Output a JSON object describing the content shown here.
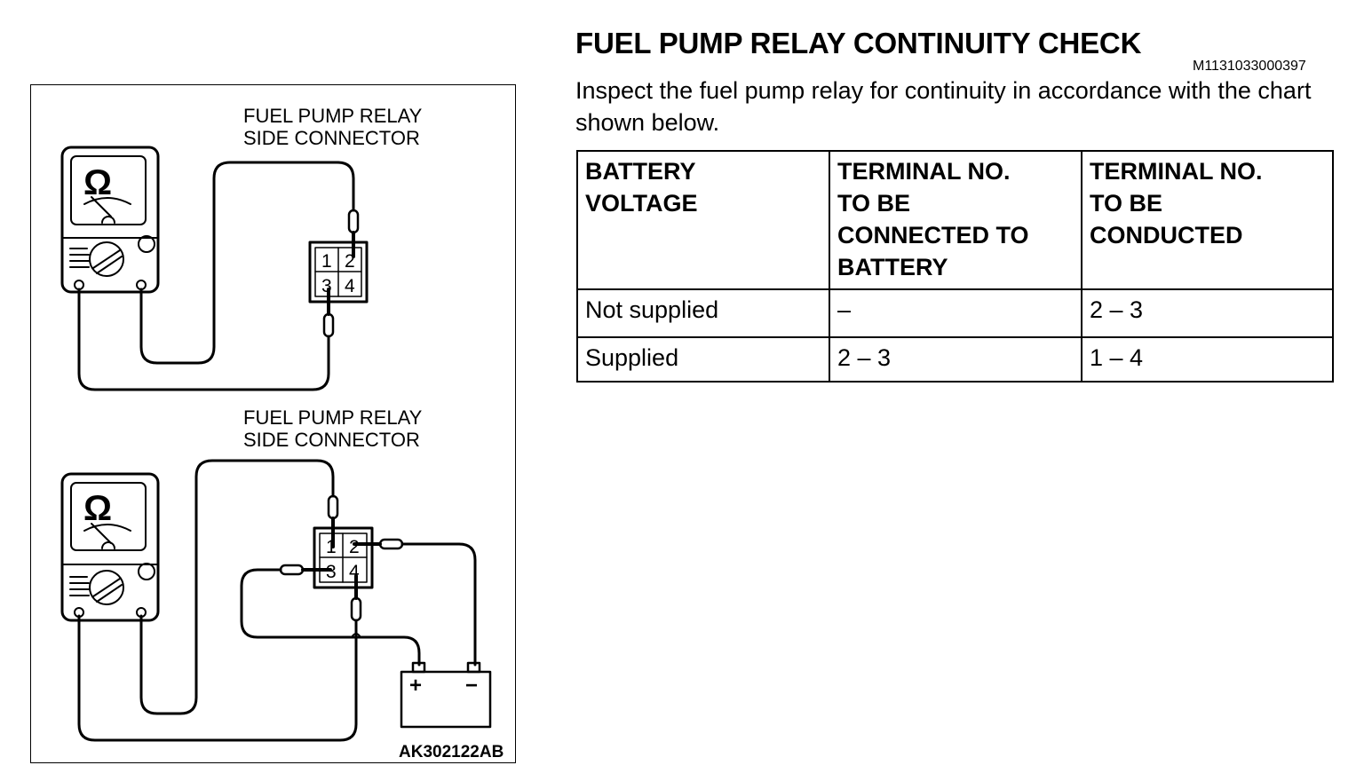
{
  "header": {
    "title": "FUEL PUMP RELAY CONTINUITY CHECK",
    "doc_id": "M1131033000397",
    "intro": "Inspect the fuel pump relay for continuity in accordance with the chart shown below."
  },
  "table": {
    "headers": [
      "BATTERY VOLTAGE",
      "TERMINAL NO. TO BE CONNECTED TO BATTERY",
      "TERMINAL NO. TO BE CONDUCTED"
    ],
    "header_lines": [
      [
        "BATTERY",
        "VOLTAGE"
      ],
      [
        "TERMINAL NO.",
        "TO BE",
        "CONNECTED TO",
        "BATTERY"
      ],
      [
        "TERMINAL NO.",
        "TO BE",
        "CONDUCTED"
      ]
    ],
    "rows": [
      [
        "Not supplied",
        "–",
        "2 – 3"
      ],
      [
        "Supplied",
        "2 – 3",
        "1 – 4"
      ]
    ]
  },
  "figure": {
    "code": "AK302122AB",
    "top_diagram": {
      "label_line1": "FUEL PUMP RELAY",
      "label_line2": "SIDE CONNECTOR",
      "meter_symbol": "Ω",
      "pins": [
        "1",
        "2",
        "3",
        "4"
      ]
    },
    "bottom_diagram": {
      "label_line1": "FUEL PUMP RELAY",
      "label_line2": "SIDE CONNECTOR",
      "meter_symbol": "Ω",
      "pins": [
        "1",
        "2",
        "3",
        "4"
      ],
      "battery_plus": "+",
      "battery_minus": "−"
    }
  }
}
